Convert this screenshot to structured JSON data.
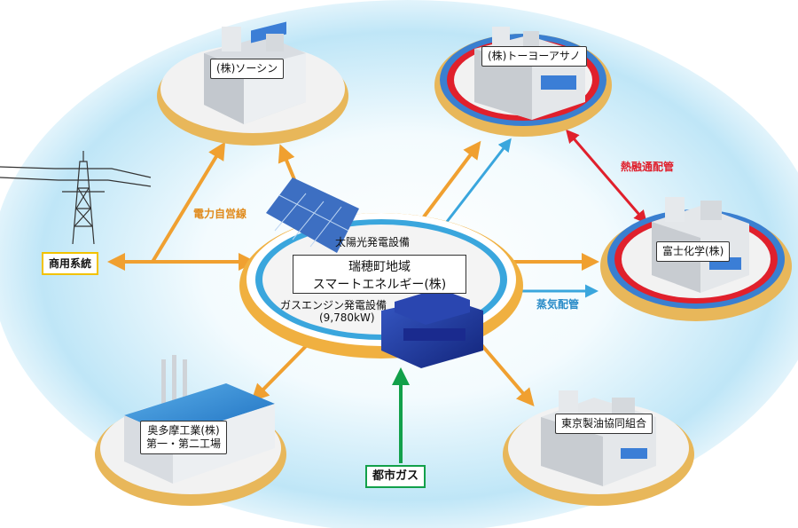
{
  "center": {
    "line1": "瑞穂町地域",
    "line2": "スマートエネルギー(株)"
  },
  "solar_label": "太陽光発電設備",
  "gas_engine_label": {
    "line1": "ガスエンジン発電設備",
    "line2": "(9,780kW)"
  },
  "grid": {
    "label": "商用系統"
  },
  "city_gas": {
    "label": "都市ガス"
  },
  "private_line_label": "電力自営線",
  "heat_pipe_label": "熱融通配管",
  "steam_pipe_label": "蒸気配管",
  "facilities": {
    "sosin": "(株)ソーシン",
    "toyo_asano": "(株)トーヨーアサノ",
    "fuji_kagaku": "富士化学(株)",
    "okutama": {
      "line1": "奥多摩工業(株)",
      "line2": "第一・第二工場"
    },
    "tokyo_oil": "東京製油協同組合"
  },
  "colors": {
    "power_arrow": "#f0a030",
    "steam_arrow": "#3aa6dd",
    "heat_arrow": "#e0202c",
    "gas_arrow": "#12a04a",
    "grid_box": "#f2c200",
    "gas_box": "#12a04a",
    "heat_label": "#e0202c",
    "steam_label": "#2a8cc8",
    "private_line_label": "#e08a1a"
  }
}
